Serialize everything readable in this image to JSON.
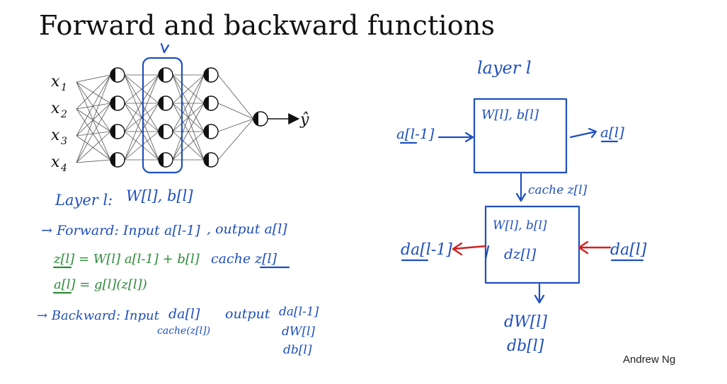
{
  "title": "Forward and backward functions",
  "author": "Andrew Ng",
  "network": {
    "inputs": [
      "x",
      "x",
      "x",
      "x"
    ],
    "input_subscripts": [
      "1",
      "2",
      "3",
      "4"
    ],
    "output": "ŷ"
  },
  "notes": {
    "layer_def": "Layer l:",
    "layer_params": "W[l], b[l]",
    "forward": "→ Forward: Input",
    "forward_a": "a[l-1]",
    "forward_out": ", output a[l]",
    "eq_z": "z[l] = W[l] a[l-1] + b[l]",
    "eq_cache": "cache z[l]",
    "eq_a": "a[l] = g[l](z[l])",
    "backward": "→ Backward: Input",
    "back_da": "da[l]",
    "back_cache": "cache(z[l])",
    "back_out": "output",
    "back_outs": [
      "da[l-1]",
      "dW[l]",
      "db[l]"
    ]
  },
  "block_diagram": {
    "layer_label": "layer l",
    "forward_in": "a[l-1]",
    "forward_params": "W[l], b[l]",
    "forward_out": "a[l]",
    "cache": "cache z[l]",
    "backward_params": "W[l], b[l]",
    "backward_dz": "dz[l]",
    "backward_in": "da[l]",
    "backward_out": "da[l-1]",
    "grad_w": "dW[l]",
    "grad_b": "db[l]"
  }
}
